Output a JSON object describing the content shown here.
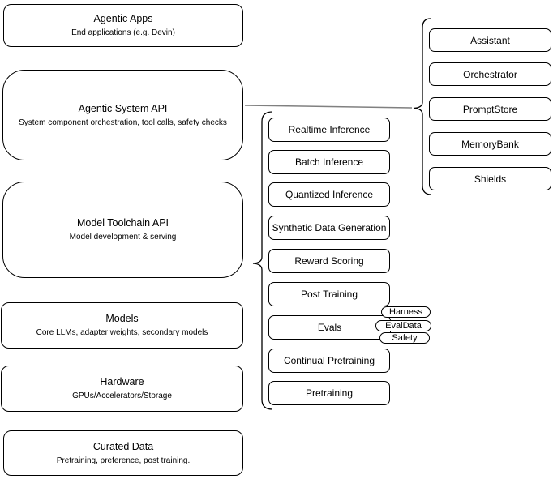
{
  "diagram": {
    "left_stack": [
      {
        "title": "Agentic Apps",
        "subtitle": "End applications (e.g. Devin)"
      },
      {
        "title": "Agentic System API",
        "subtitle": "System component orchestration, tool calls, safety checks"
      },
      {
        "title": "Model Toolchain API",
        "subtitle": "Model development & serving"
      },
      {
        "title": "Models",
        "subtitle": "Core LLMs, adapter weights, secondary models"
      },
      {
        "title": "Hardware",
        "subtitle": "GPUs/Accelerators/Storage"
      },
      {
        "title": "Curated Data",
        "subtitle": "Pretraining, preference, post training."
      }
    ],
    "toolchain_group": [
      "Realtime Inference",
      "Batch Inference",
      "Quantized Inference",
      "Synthetic Data Generation",
      "Reward Scoring",
      "Post Training",
      "Evals",
      "Continual Pretraining",
      "Pretraining"
    ],
    "evals_pills": [
      "Harness",
      "EvalData",
      "Safety"
    ],
    "system_group": [
      "Assistant",
      "Orchestrator",
      "PromptStore",
      "MemoryBank",
      "Shields"
    ],
    "colors": {
      "node_border": "#000000",
      "node_fill": "#ffffff",
      "text": "#000000",
      "connector_line": "#808080"
    }
  }
}
